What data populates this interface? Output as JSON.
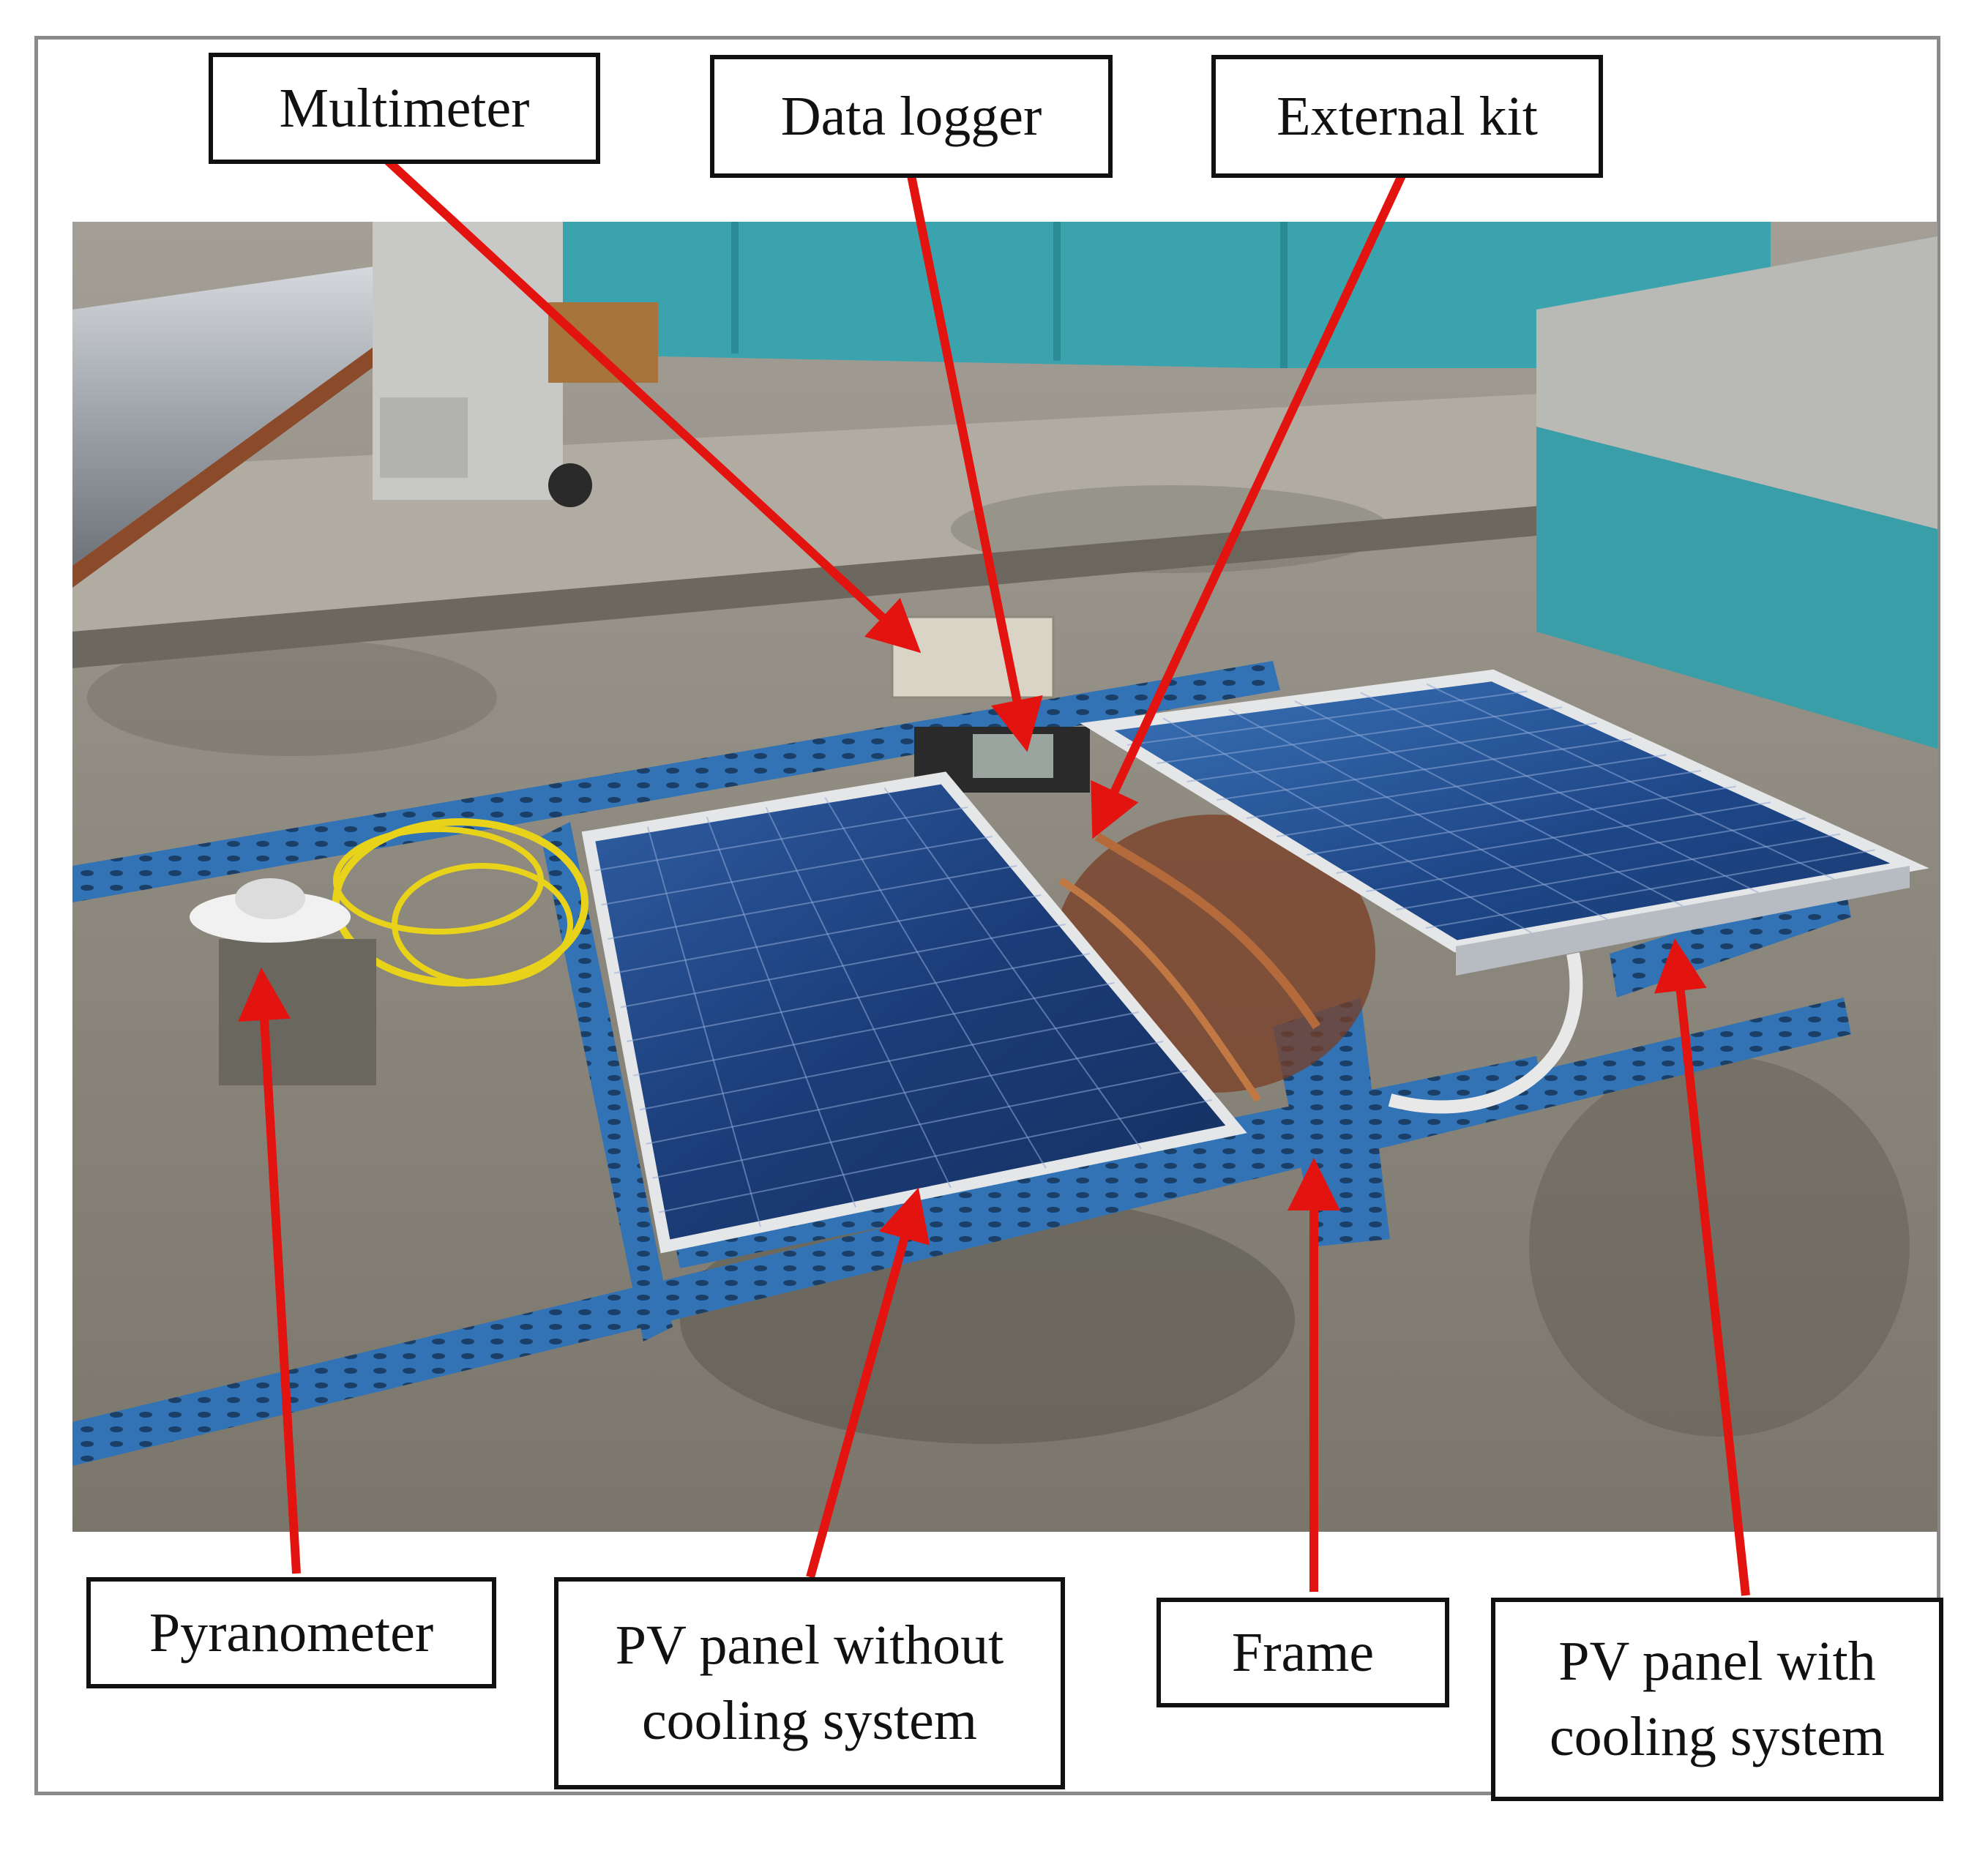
{
  "figure": {
    "labels": {
      "multimeter": "Multimeter",
      "data_logger": "Data logger",
      "external_kit": "External kit",
      "pyranometer": "Pyranometer",
      "pv_without": {
        "line1": "PV panel without",
        "line2": "cooling system"
      },
      "frame": "Frame",
      "pv_with": {
        "line1": "PV panel with",
        "line2": "cooling system"
      }
    },
    "colors": {
      "arrow": "#e3140f",
      "panel_blue": "#1f3f7a",
      "frame_blue": "#2f6fb0",
      "ground": "#8e8a80",
      "wall_teal": "#3fa6b0"
    }
  }
}
